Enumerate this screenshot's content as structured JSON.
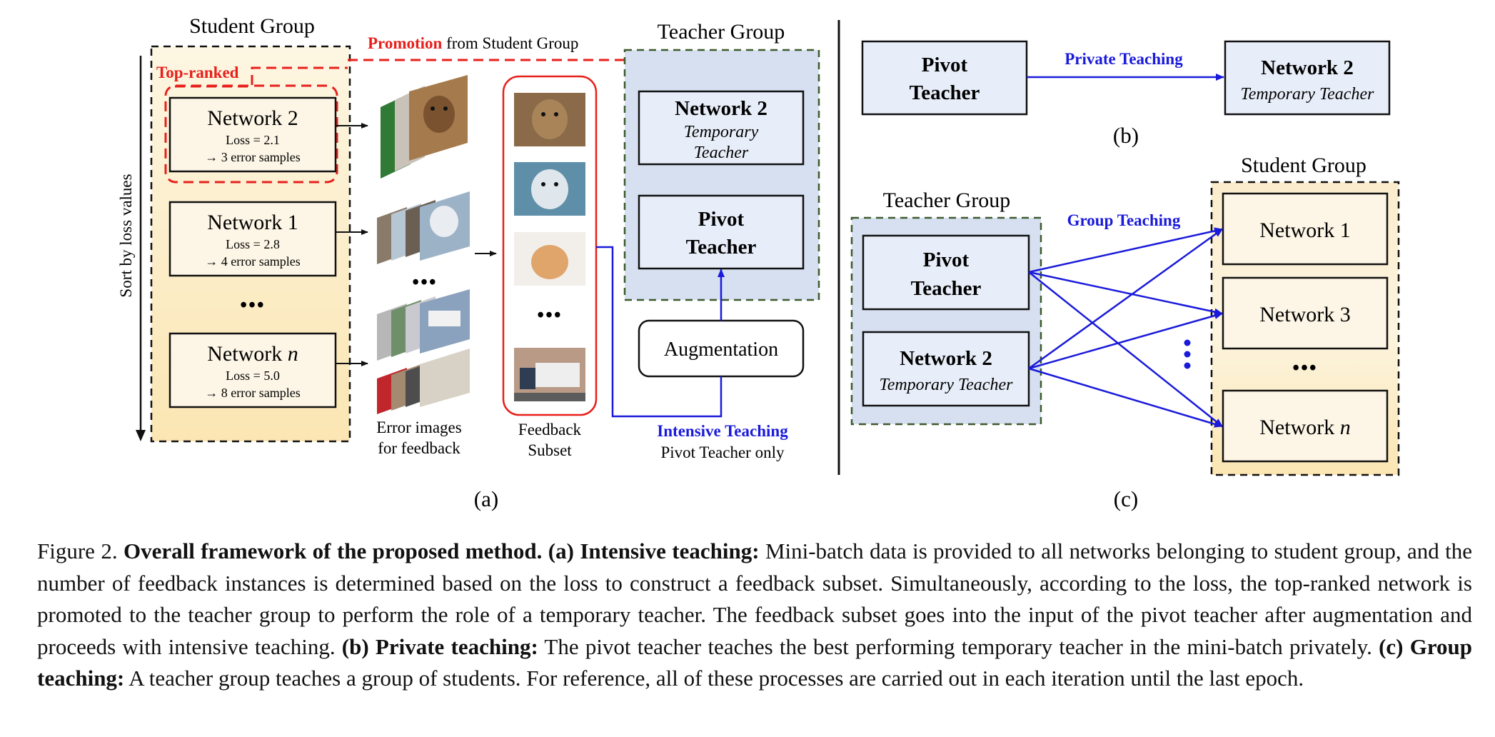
{
  "panel_a": {
    "label": "(a)",
    "axis_label": "Sort by loss values",
    "student_group_title": "Student Group",
    "top_ranked": "Top-ranked",
    "promotion_bold": "Promotion",
    "promotion_rest": " from Student Group",
    "networks": [
      {
        "name": "Network 2",
        "italic": "",
        "loss": "Loss = 2.1",
        "errors": "→ 3 error samples"
      },
      {
        "name": "Network 1",
        "italic": "",
        "loss": "Loss = 2.8",
        "errors": "→ 4 error samples"
      },
      {
        "name": "Network ",
        "italic": "n",
        "loss": "Loss = 5.0",
        "errors": "→ 8 error samples"
      }
    ],
    "ellipsis": "•••",
    "error_images_line1": "Error images",
    "error_images_line2": "for feedback",
    "feedback_subset_line1": "Feedback",
    "feedback_subset_line2": "Subset",
    "teacher_group_title": "Teacher Group",
    "temp_teacher_name": "Network 2",
    "temp_teacher_line1": "Temporary",
    "temp_teacher_line2": "Teacher",
    "pivot_line1": "Pivot",
    "pivot_line2": "Teacher",
    "augmentation": "Augmentation",
    "intensive_teaching": "Intensive Teaching",
    "pivot_only": "Pivot Teacher only"
  },
  "panel_b": {
    "label": "(b)",
    "pivot_line1": "Pivot",
    "pivot_line2": "Teacher",
    "private_teaching": "Private Teaching",
    "net_name": "Network 2",
    "net_sub": "Temporary Teacher"
  },
  "panel_c": {
    "label": "(c)",
    "teacher_group_title": "Teacher Group",
    "student_group_title": "Student Group",
    "group_teaching": "Group Teaching",
    "pivot_line1": "Pivot",
    "pivot_line2": "Teacher",
    "net2_name": "Network 2",
    "net2_sub": "Temporary Teacher",
    "students": [
      {
        "name": "Network 1",
        "italic": ""
      },
      {
        "name": "Network 3",
        "italic": ""
      },
      {
        "name": "Network ",
        "italic": "n"
      }
    ],
    "ellipsis": "•••",
    "vdots": "⋮"
  },
  "caption": {
    "fig": "Figure 2. ",
    "title": "Overall framework of the proposed method.",
    "a_label": " (a) Intensive teaching:",
    "a_text": " Mini-batch data is provided to all networks belonging to student group, and the number of feedback instances is determined based on the loss to construct a feedback subset. Simultaneously, according to the loss, the top-ranked network is promoted to the teacher group to perform the role of a temporary teacher. The feedback subset goes into the input of the pivot teacher after augmentation and proceeds with intensive teaching.",
    "b_label": " (b) Private teaching:",
    "b_text": " The pivot teacher teaches the best performing temporary teacher in the mini-batch privately.",
    "c_label": " (c) Group teaching:",
    "c_text": " A teacher group teaches a group of students. For reference, all of these processes are carried out in each iteration until the last epoch."
  },
  "colors": {
    "student_fill": "#fcefcc",
    "teacher_fill": "#d6e0f0",
    "box_fill": "#e8eef9",
    "red": "#e8201c",
    "blue": "#1a1adb",
    "teacher_border": "#3d5a2e"
  }
}
